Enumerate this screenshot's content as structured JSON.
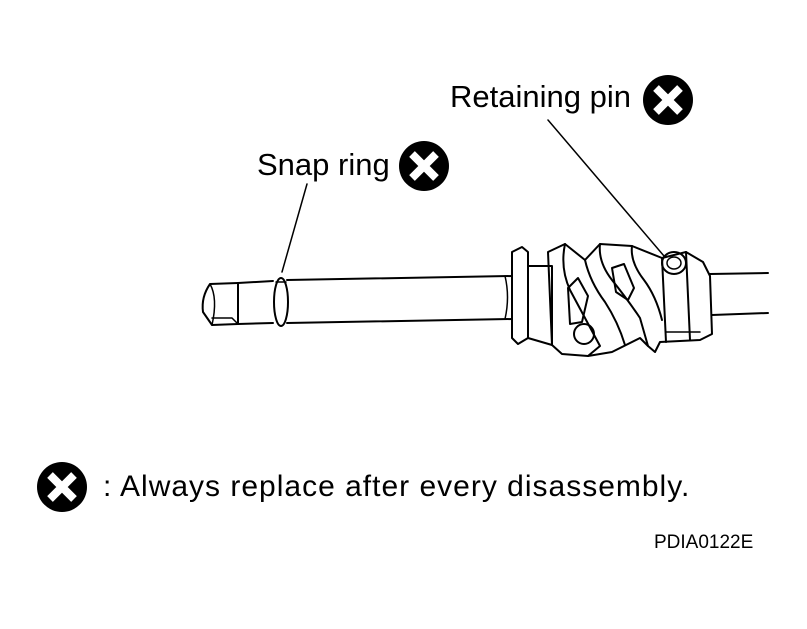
{
  "labels": {
    "retaining_pin": "Retaining pin",
    "snap_ring": "Snap ring"
  },
  "legend": {
    "text": ": Always replace after every disassembly.",
    "icon": "replace-mark-icon"
  },
  "figure_code": "PDIA0122E",
  "colors": {
    "ink": "#000000",
    "paper": "#ffffff"
  }
}
